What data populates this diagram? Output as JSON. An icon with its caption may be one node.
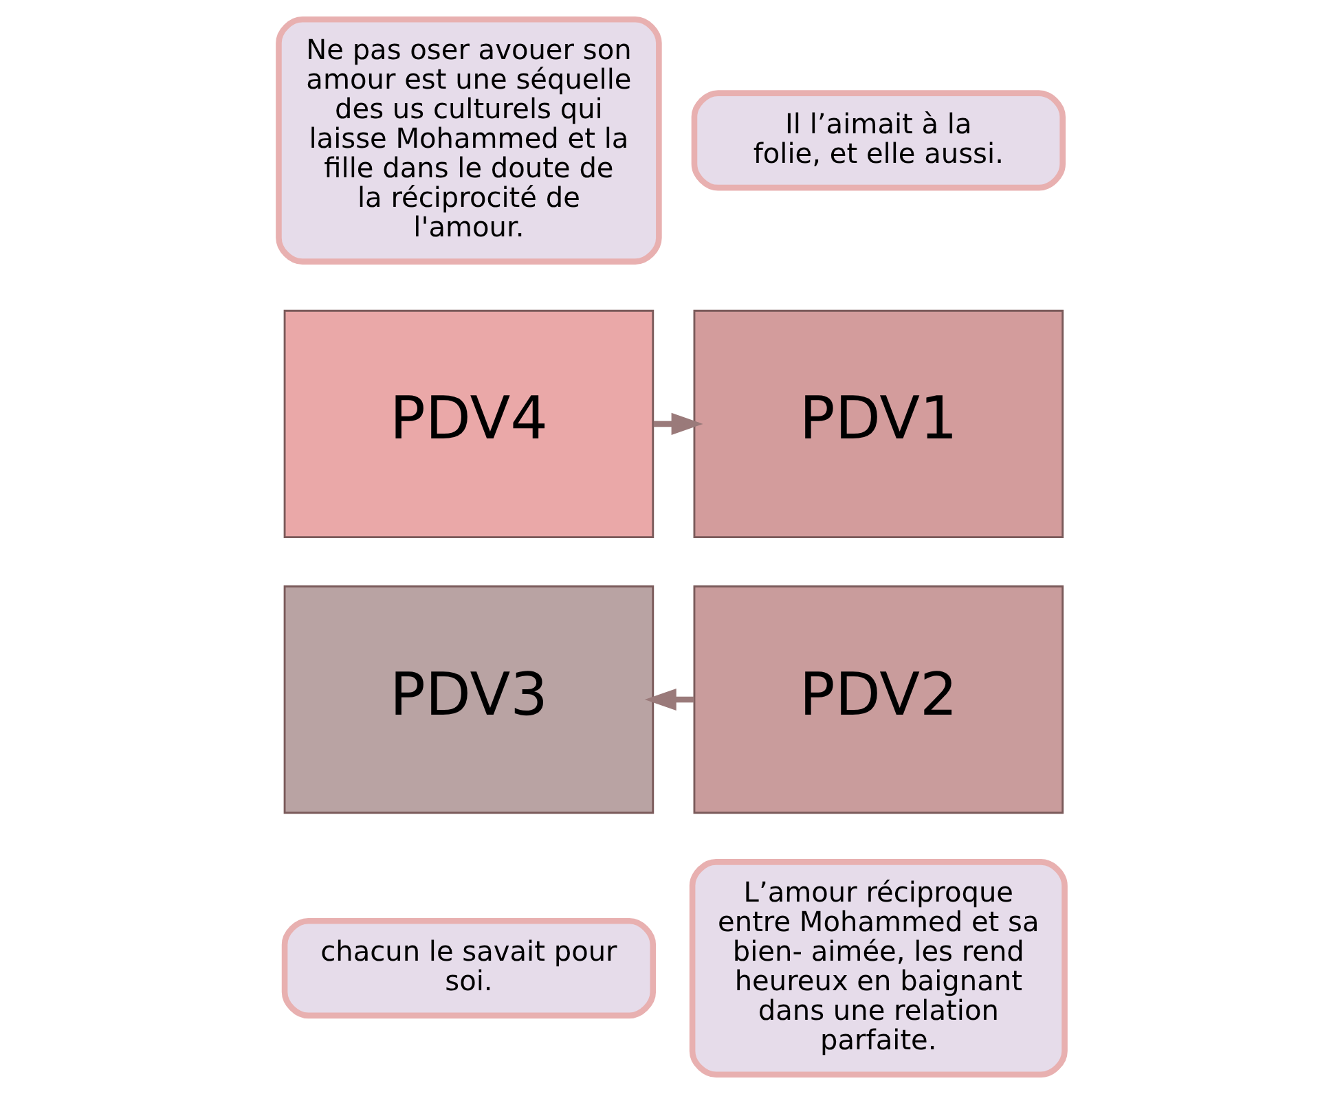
{
  "diagram": {
    "nodes": [
      {
        "text": [
          "Ne pas oser avouer son amour est une séquelle des us culturels qui laisse Mohammed et la fille dans le doute de la réciprocité de l'amour."
        ]
      },
      {
        "text": [
          "Il l’aimait à la folie, et elle aussi."
        ]
      },
      {
        "text": [
          "PDV4"
        ]
      },
      {
        "text": [
          "PDV1"
        ]
      },
      {
        "text": [
          "PDV3"
        ]
      },
      {
        "text": [
          "PDV2"
        ]
      },
      {
        "text": [
          "chacun le savait pour soi."
        ]
      },
      {
        "text": [
          "L’amour réciproque entre Mohammed et sa bien- aimée, les rend heureux en baignant dans une relation parfaite."
        ]
      }
    ],
    "edges": [
      {
        "from": 2,
        "to": 3,
        "arrow": "to"
      },
      {
        "from": 5,
        "to": 4,
        "arrow": "to"
      }
    ]
  }
}
